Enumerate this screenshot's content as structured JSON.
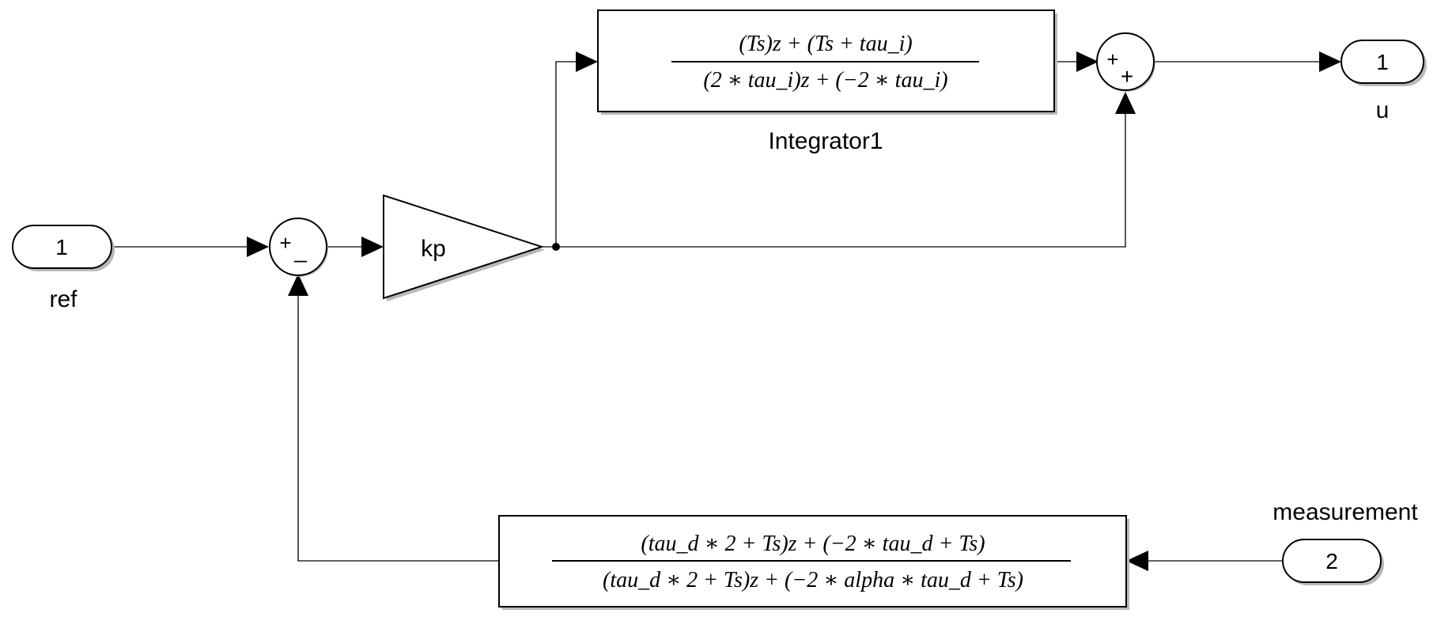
{
  "ports": {
    "ref": {
      "number": "1",
      "name": "ref"
    },
    "measurement": {
      "number": "2",
      "name": "measurement"
    },
    "u": {
      "number": "1",
      "name": "u"
    }
  },
  "sum1": {
    "sign_top": "+",
    "sign_bottom": "_"
  },
  "sum2": {
    "sign_top": "+",
    "sign_bottom": "+"
  },
  "gain": {
    "label": "kp"
  },
  "integrator": {
    "name": "Integrator1",
    "numerator": "(Ts)z + (Ts + tau_i)",
    "denominator": "(2 ∗ tau_i)z + (−2 ∗ tau_i)"
  },
  "feedback_filter": {
    "numerator": "(tau_d ∗ 2 + Ts)z + (−2 ∗ tau_d + Ts)",
    "denominator": "(tau_d ∗ 2 + Ts)z + (−2 ∗ alpha ∗ tau_d + Ts)"
  }
}
